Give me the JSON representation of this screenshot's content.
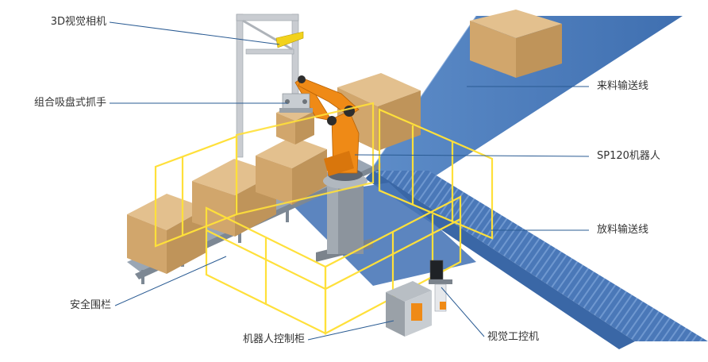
{
  "labels": {
    "camera": "3D视觉相机",
    "gripper": "组合吸盘式抓手",
    "fence": "安全围栏",
    "cabinet": "机器人控制柜",
    "vision_pc": "视觉工控机",
    "infeed": "来料输送线",
    "robot": "SP120机器人",
    "outfeed": "放料输送线"
  },
  "colors": {
    "leader": "#2a5b93",
    "fence": "#ffe03a",
    "conveyor": "#4a78b8",
    "robot": "#ef8a16",
    "box": "#d8b27e",
    "frame": "#c9ccd1"
  }
}
